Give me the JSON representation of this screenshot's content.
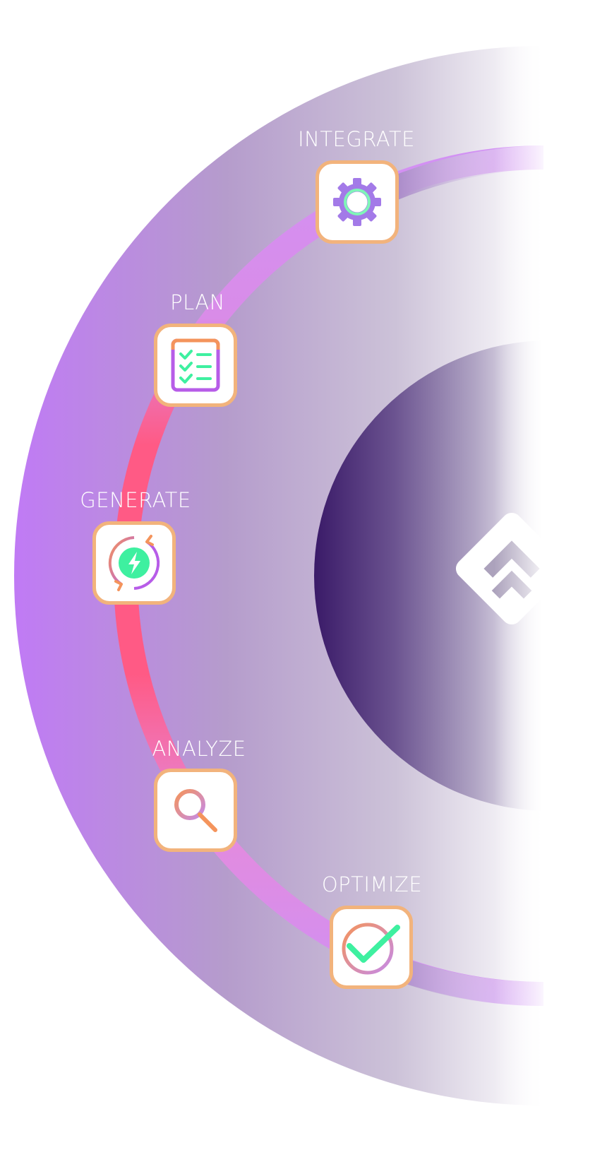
{
  "steps": [
    {
      "label": "INTEGRATE",
      "icon": "gear-icon"
    },
    {
      "label": "PLAN",
      "icon": "checklist-icon"
    },
    {
      "label": "GENERATE",
      "icon": "lightning-cycle-icon"
    },
    {
      "label": "ANALYZE",
      "icon": "magnifier-icon"
    },
    {
      "label": "OPTIMIZE",
      "icon": "check-circle-icon"
    }
  ],
  "center": {
    "icon": "logo-diamond-icon"
  },
  "colors": {
    "outer_left": "#c07af5",
    "outer_mid": "#b39fcc",
    "inner_dark": "#3e1e6b",
    "arc_pink": "#ff5a85",
    "arc_violet": "#cf8cf2",
    "card_border": "#f2b37c",
    "icon_green": "#3ef0a0",
    "icon_purple": "#a060e0",
    "icon_orange": "#f4945c"
  }
}
